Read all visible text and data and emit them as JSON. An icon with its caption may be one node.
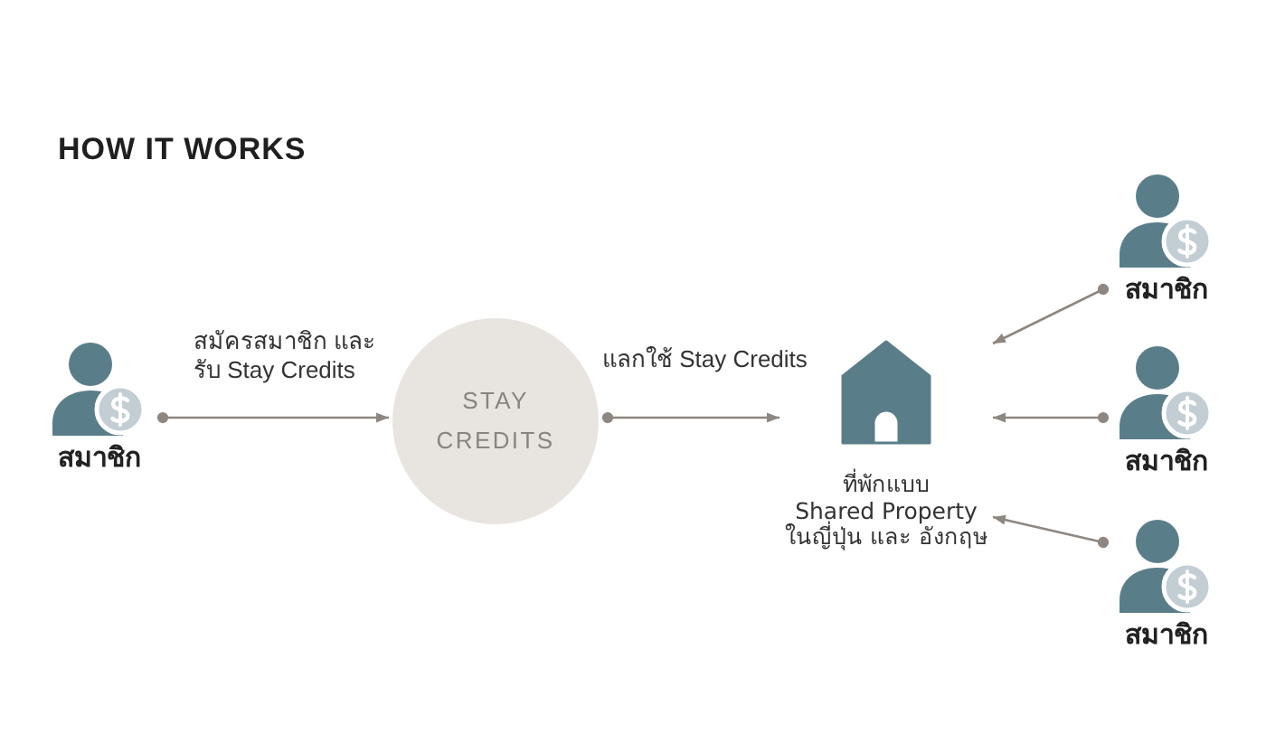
{
  "diagram": {
    "title": "HOW IT WORKS",
    "nodes": [
      {
        "text": [
          "สมาชิก"
        ]
      },
      {
        "text": [
          "STAY CREDITS"
        ]
      },
      {
        "text": [
          "ที่พักแบบ Shared Property ในญี่ปุ่น และ อังกฤษ"
        ]
      },
      {
        "text": [
          "สมาชิก"
        ]
      },
      {
        "text": [
          "สมาชิก"
        ]
      },
      {
        "text": [
          "สมาชิก"
        ]
      }
    ],
    "edges": [
      {
        "from": 0,
        "to": 1,
        "arrow": "to",
        "label": "สมัครสมาชิก และ รับ Stay Credits"
      },
      {
        "from": 1,
        "to": 2,
        "arrow": "to",
        "label": "แลกใช้ Stay Credits"
      },
      {
        "from": 3,
        "to": 2,
        "arrow": "to"
      },
      {
        "from": 4,
        "to": 2,
        "arrow": "to"
      },
      {
        "from": 5,
        "to": 2,
        "arrow": "to"
      }
    ]
  }
}
